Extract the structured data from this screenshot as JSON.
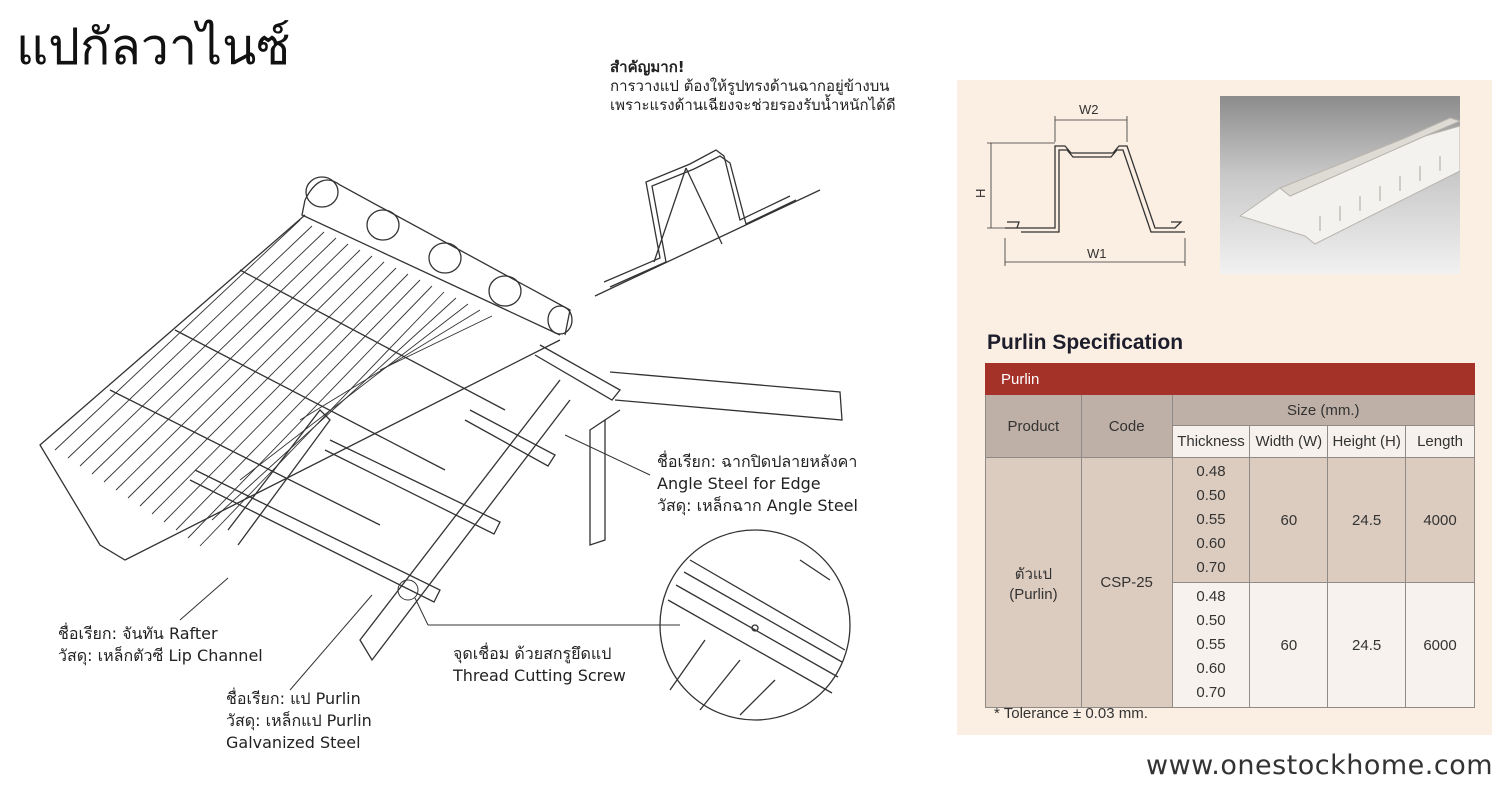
{
  "page": {
    "title": "แปกัลวาไนซ์",
    "website": "www.onestockhome.com"
  },
  "notice": {
    "title": "สำคัญมาก!",
    "line1": "การวางแป ต้องให้รูปทรงด้านฉากอยู่ข้างบน",
    "line2": "เพราะแรงด้านเฉียงจะช่วยรองรับน้ำหนักได้ดี"
  },
  "callouts": {
    "edge": {
      "line1": "ชื่อเรียก: ฉากปิดปลายหลังคา",
      "line2": "Angle Steel for Edge",
      "line3": "วัสดุ: เหล็กฉาก Angle Steel"
    },
    "rafter": {
      "line1": "ชื่อเรียก: จันทัน Rafter",
      "line2": "วัสดุ: เหล็กตัวซี Lip Channel"
    },
    "purlin": {
      "line1": "ชื่อเรียก: แป Purlin",
      "line2": "วัสดุ: เหล็กแป Purlin",
      "line3": "Galvanized Steel"
    },
    "screw": {
      "line1": "จุดเชื่อม ด้วยสกรูยึดแป",
      "line2": "Thread Cutting Screw"
    }
  },
  "profile": {
    "w1": "W1",
    "w2": "W2",
    "h": "H"
  },
  "spec": {
    "title": "Purlin Specification",
    "bar": "Purlin",
    "headers": {
      "product": "Product",
      "code": "Code",
      "size": "Size (mm.)",
      "thickness": "Thickness",
      "width": "Width (W)",
      "height": "Height (H)",
      "length": "Length"
    },
    "product": {
      "line1": "ตัวแป",
      "line2": "(Purlin)"
    },
    "code": "CSP-25",
    "groups": [
      {
        "thickness": [
          "0.48",
          "0.50",
          "0.55",
          "0.60",
          "0.70"
        ],
        "width": "60",
        "height": "24.5",
        "length": "4000"
      },
      {
        "thickness": [
          "0.48",
          "0.50",
          "0.55",
          "0.60",
          "0.70"
        ],
        "width": "60",
        "height": "24.5",
        "length": "6000"
      }
    ],
    "tolerance": "* Tolerance ± 0.03 mm."
  }
}
